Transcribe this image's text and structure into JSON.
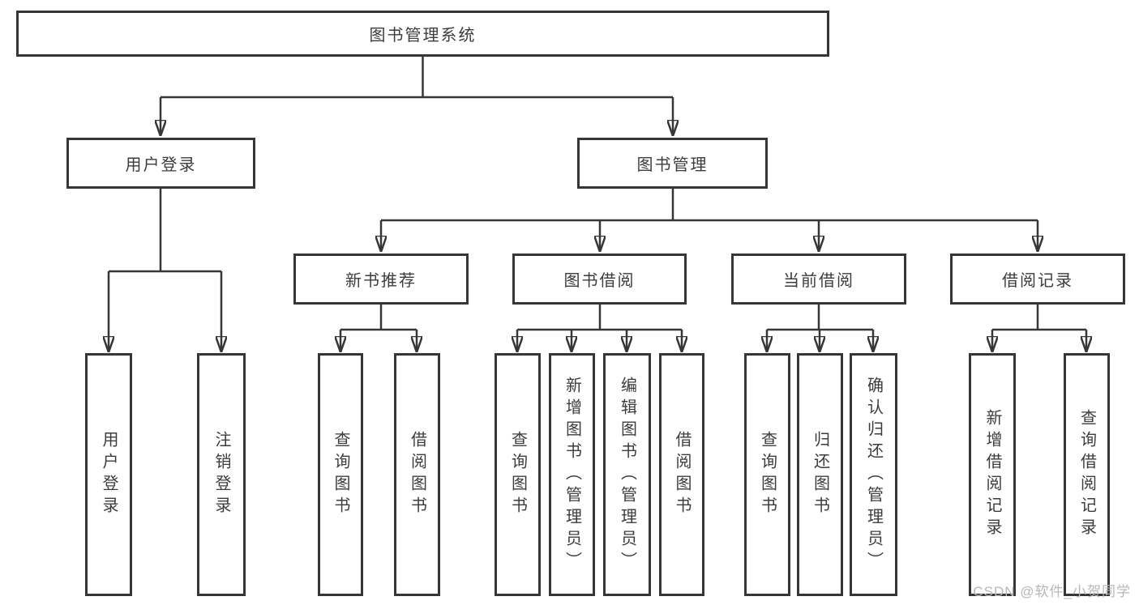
{
  "tree": {
    "root": {
      "label": "图书管理系统"
    },
    "branches": [
      {
        "label": "用户登录",
        "children": [
          {
            "label": "用户登录"
          },
          {
            "label": "注销登录"
          }
        ]
      },
      {
        "label": "图书管理",
        "children": [
          {
            "label": "新书推荐",
            "children": [
              {
                "label": "查询图书"
              },
              {
                "label": "借阅图书"
              }
            ]
          },
          {
            "label": "图书借阅",
            "children": [
              {
                "label": "查询图书"
              },
              {
                "label": "新增图书（管理员）"
              },
              {
                "label": "编辑图书（管理员）"
              },
              {
                "label": "借阅图书"
              }
            ]
          },
          {
            "label": "当前借阅",
            "children": [
              {
                "label": "查询图书"
              },
              {
                "label": "归还图书"
              },
              {
                "label": "确认归还（管理员）"
              }
            ]
          },
          {
            "label": "借阅记录",
            "children": [
              {
                "label": "新增借阅记录"
              },
              {
                "label": "查询借阅记录"
              }
            ]
          }
        ]
      }
    ]
  },
  "watermark": {
    "text": "CSDN @软件_小贺同学"
  },
  "colors": {
    "line": "#363636",
    "text": "#3c3c3c",
    "watermark": "#b7b7b7",
    "background": "#ffffff"
  }
}
